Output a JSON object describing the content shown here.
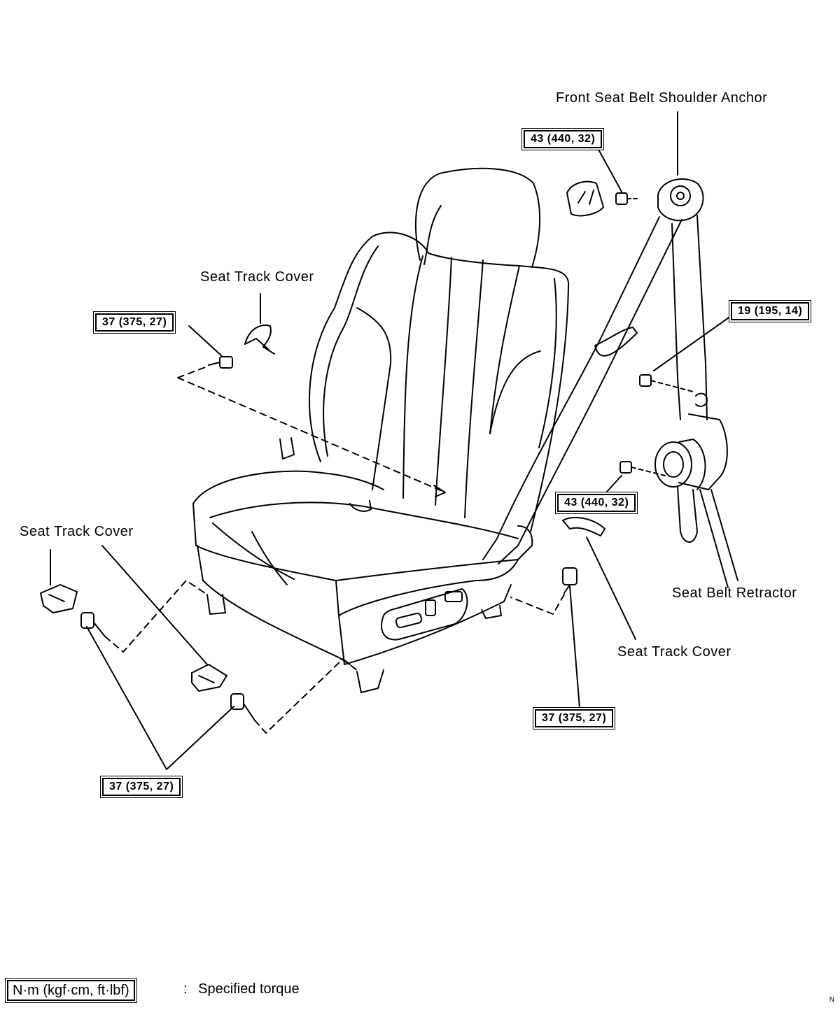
{
  "labels": {
    "front_anchor": "Front Seat Belt Shoulder Anchor",
    "seat_track_cover_upper": "Seat Track Cover",
    "seat_track_cover_left": "Seat Track Cover",
    "seat_track_cover_right": "Seat Track Cover",
    "seat_belt_retractor": "Seat Belt Retractor"
  },
  "torques": {
    "anchor_bolt": "43 (440, 32)",
    "retractor_upper_bolt": "19 (195, 14)",
    "retractor_lower_bolt": "43 (440, 32)",
    "upper_left_bolt": "37 (375, 27)",
    "right_front_bolt": "37 (375, 27)",
    "left_bolts": "37 (375, 27)"
  },
  "legend": {
    "unit": "N·m (kgf·cm, ft·lbf)",
    "separator": ":",
    "description": "Specified torque"
  },
  "corner_mark": "N"
}
